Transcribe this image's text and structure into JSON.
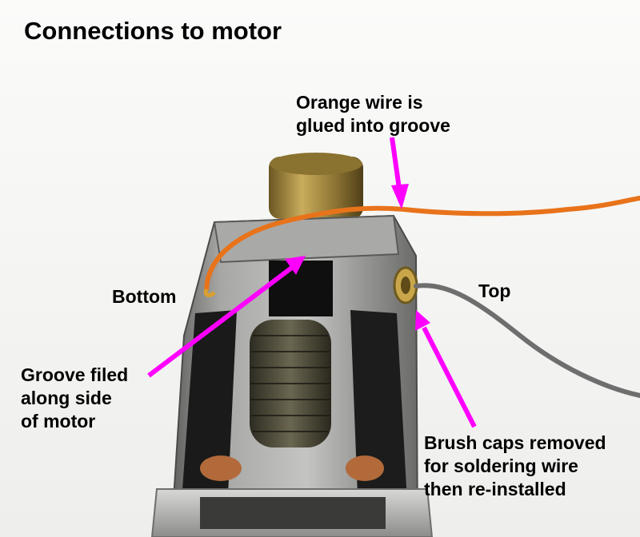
{
  "title": "Connections to motor",
  "annotations": {
    "orange_wire": [
      "Orange wire is",
      "glued into groove"
    ],
    "bottom": "Bottom",
    "top": "Top",
    "groove": [
      "Groove filed",
      "along side",
      "of motor"
    ],
    "brush_caps": [
      "Brush caps removed",
      "for soldering wire",
      "then re-installed"
    ]
  },
  "colors": {
    "arrow": "#ff00ff",
    "orange_wire": "#e8731a",
    "grey_wire": "#6e6e6e",
    "motor_frame": "#9a9a98",
    "brass": "#b89a4a"
  }
}
